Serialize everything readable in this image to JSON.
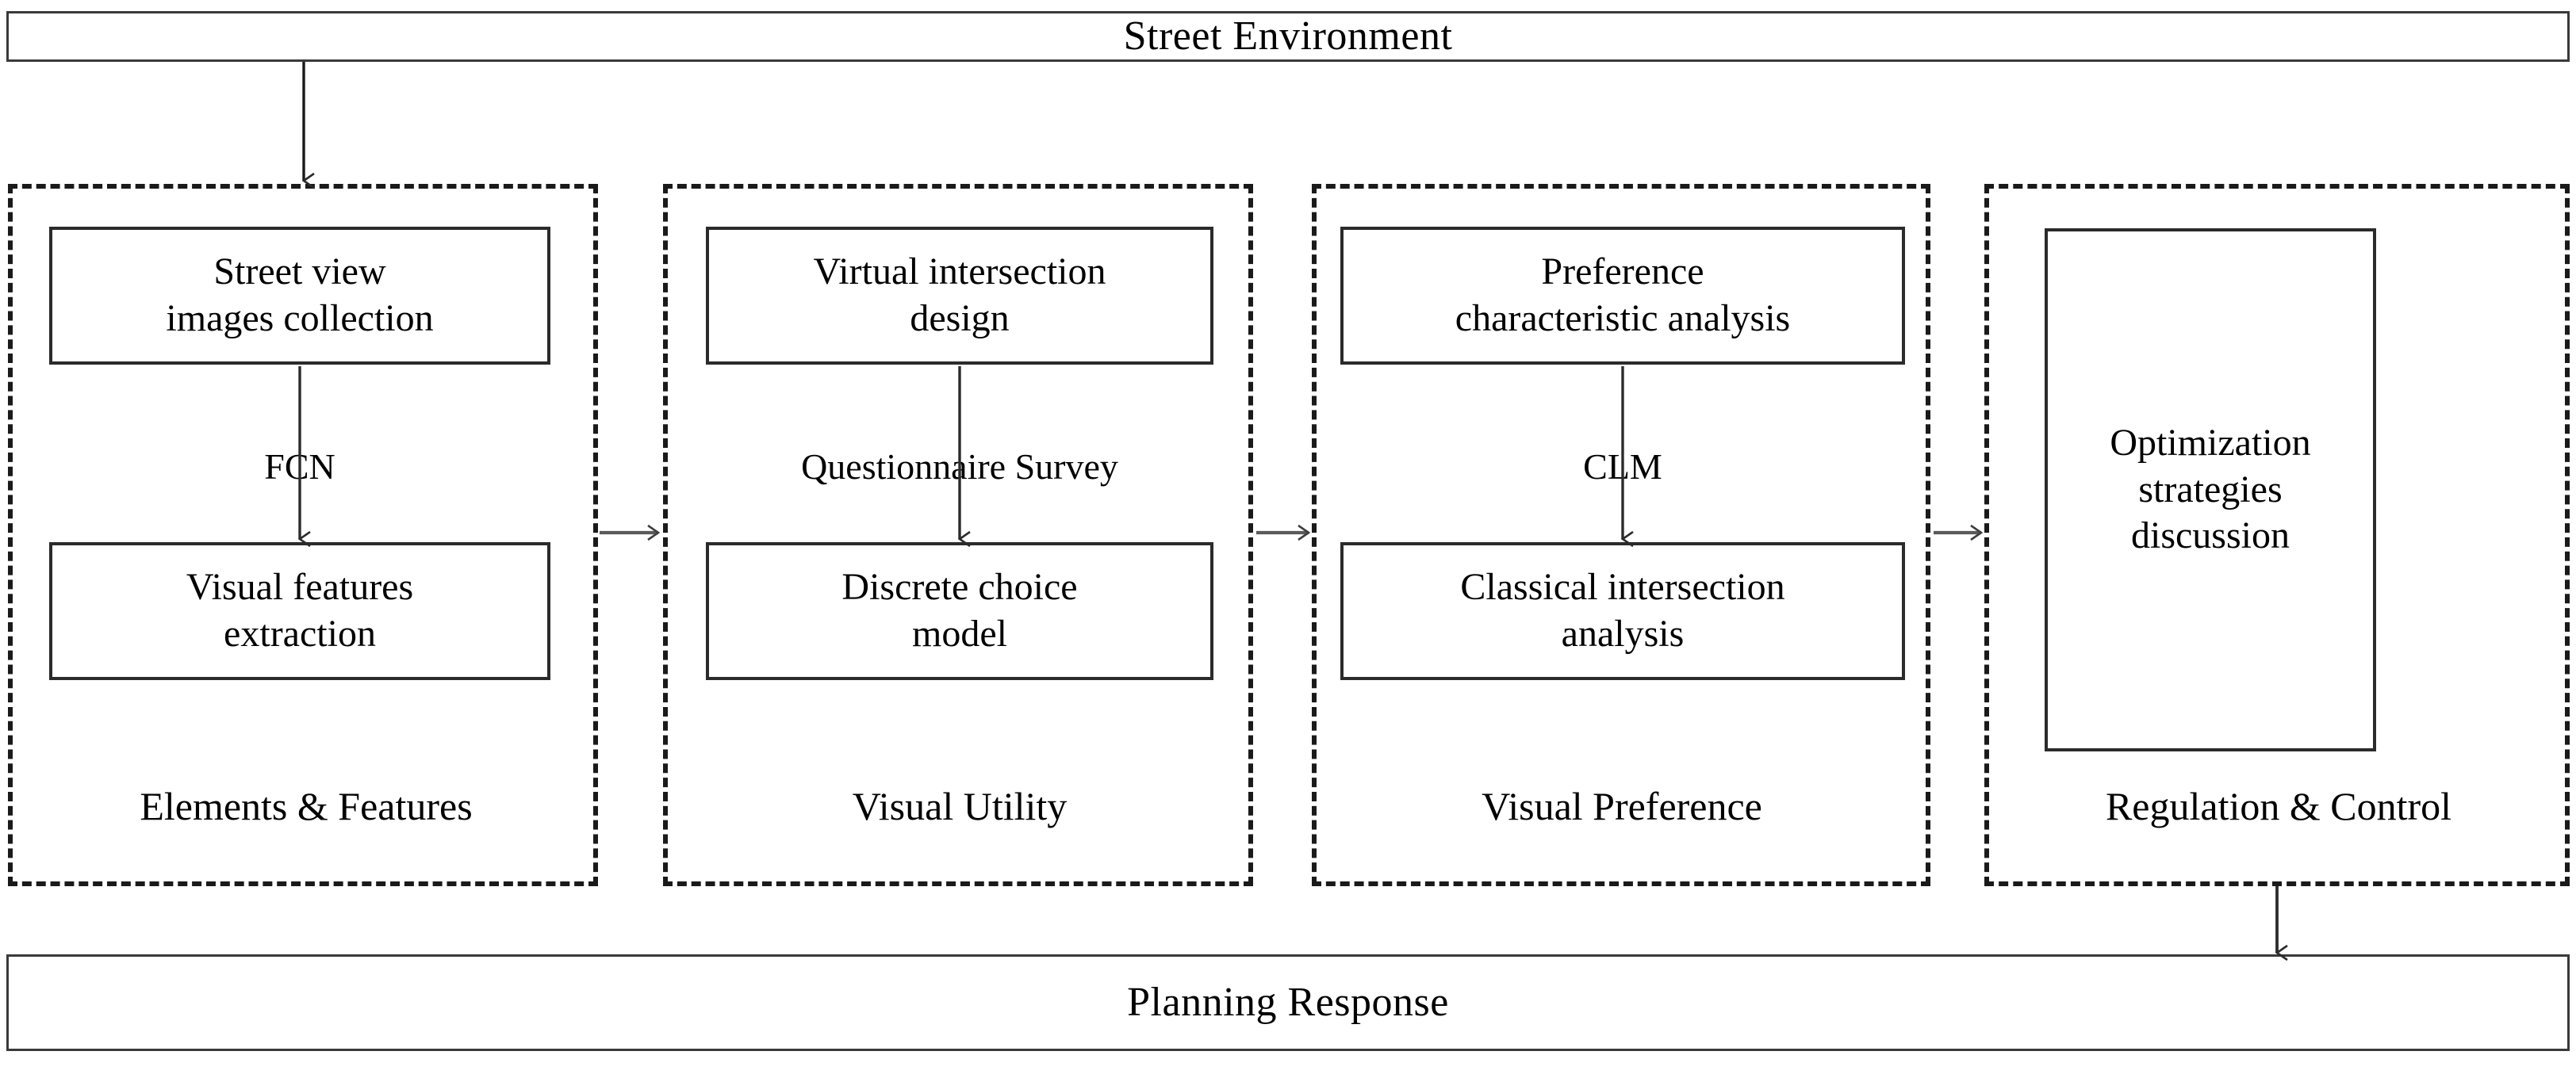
{
  "diagram": {
    "title_bar": {
      "label": "Street Environment"
    },
    "footer_bar": {
      "label": "Planning Response"
    },
    "stages": [
      {
        "caption": "Elements & Features",
        "connector_label": "FCN",
        "boxes": [
          {
            "label": "Street view\nimages collection"
          },
          {
            "label": "Visual features\nextraction"
          }
        ]
      },
      {
        "caption": "Visual Utility",
        "connector_label": "Questionnaire Survey",
        "boxes": [
          {
            "label": "Virtual intersection\ndesign"
          },
          {
            "label": "Discrete choice\nmodel"
          }
        ]
      },
      {
        "caption": "Visual Preference",
        "connector_label": "CLM",
        "boxes": [
          {
            "label": "Preference\ncharacteristic analysis"
          },
          {
            "label": "Classical intersection\nanalysis"
          }
        ]
      },
      {
        "caption": "Regulation & Control",
        "connector_label": "",
        "boxes": [
          {
            "label": "Optimization\nstrategies\ndiscussion"
          }
        ]
      }
    ],
    "colors": {
      "ink": "#1a1a1a",
      "box_border": "#2b2b2b",
      "bar_border": "#3a3a3a",
      "background": "#ffffff"
    },
    "flow": {
      "entry_arrow": "Street Environment to Elements & Features",
      "exit_arrow": "Regulation & Control to Planning Response",
      "between_stages": [
        "Elements & Features to Visual Utility",
        "Visual Utility to Visual Preference",
        "Visual Preference to Regulation & Control"
      ]
    }
  }
}
